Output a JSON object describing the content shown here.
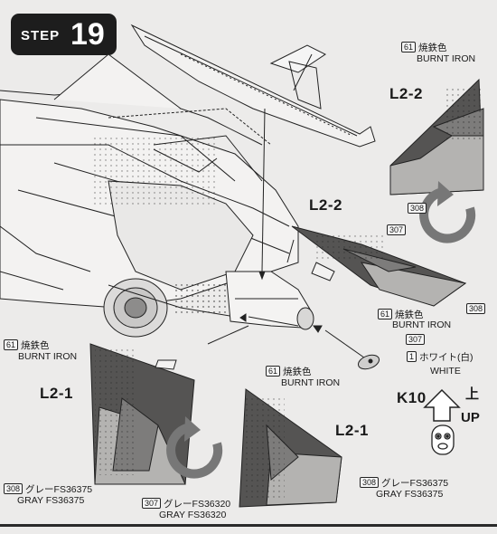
{
  "step": {
    "label": "STEP",
    "number": "19"
  },
  "parts": {
    "l2_2_top": "L2-2",
    "l2_2_center": "L2-2",
    "l2_1_left": "L2-1",
    "l2_1_right": "L2-1",
    "k10": "K10"
  },
  "callouts": {
    "burnt_iron_num": "61",
    "burnt_iron_jp": "焼鉄色",
    "burnt_iron_en": "BURNT IRON",
    "gray_36375_num": "308",
    "gray_36375_jp": "グレーFS36375",
    "gray_36375_en": "GRAY FS36375",
    "gray_36320_num": "307",
    "gray_36320_jp": "グレーFS36320",
    "gray_36320_en": "GRAY FS36320",
    "white_num": "1",
    "white_jp": "ホワイト(白)",
    "white_en": "WHITE"
  },
  "up": {
    "jp": "上",
    "en": "UP"
  },
  "colors": {
    "burnt_iron": "#555453",
    "gray_36375": "#b4b3b1",
    "gray_36320": "#7d7c7b",
    "paper": "#ecebea"
  },
  "icons": [
    "rotate-arrow-icon",
    "up-arrow-icon",
    "face-icon"
  ]
}
